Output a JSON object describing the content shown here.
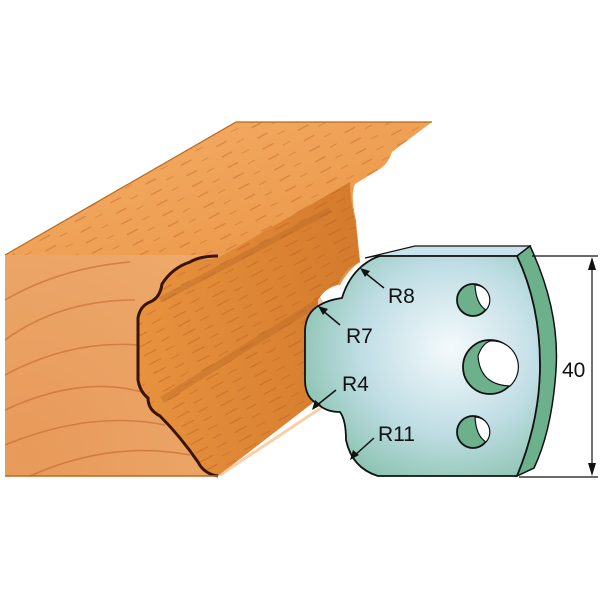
{
  "diagram": {
    "type": "profile-knife-and-molding",
    "workpiece": {
      "material": "wood",
      "label": "molded-wood-profile"
    },
    "knife": {
      "label": "profile-knife-plate"
    },
    "radii_labels": [
      "R8",
      "R7",
      "R4",
      "R11"
    ],
    "dimension": {
      "value": "40"
    },
    "colors": {
      "wood_face": "#E8A160",
      "wood_top": "#F0A55A",
      "wood_dark": "#C8702E",
      "wood_outline": "#4A1A0A",
      "knife_face": "#CFE6EC",
      "knife_edge": "#6DB08C",
      "outline": "#111111"
    }
  }
}
